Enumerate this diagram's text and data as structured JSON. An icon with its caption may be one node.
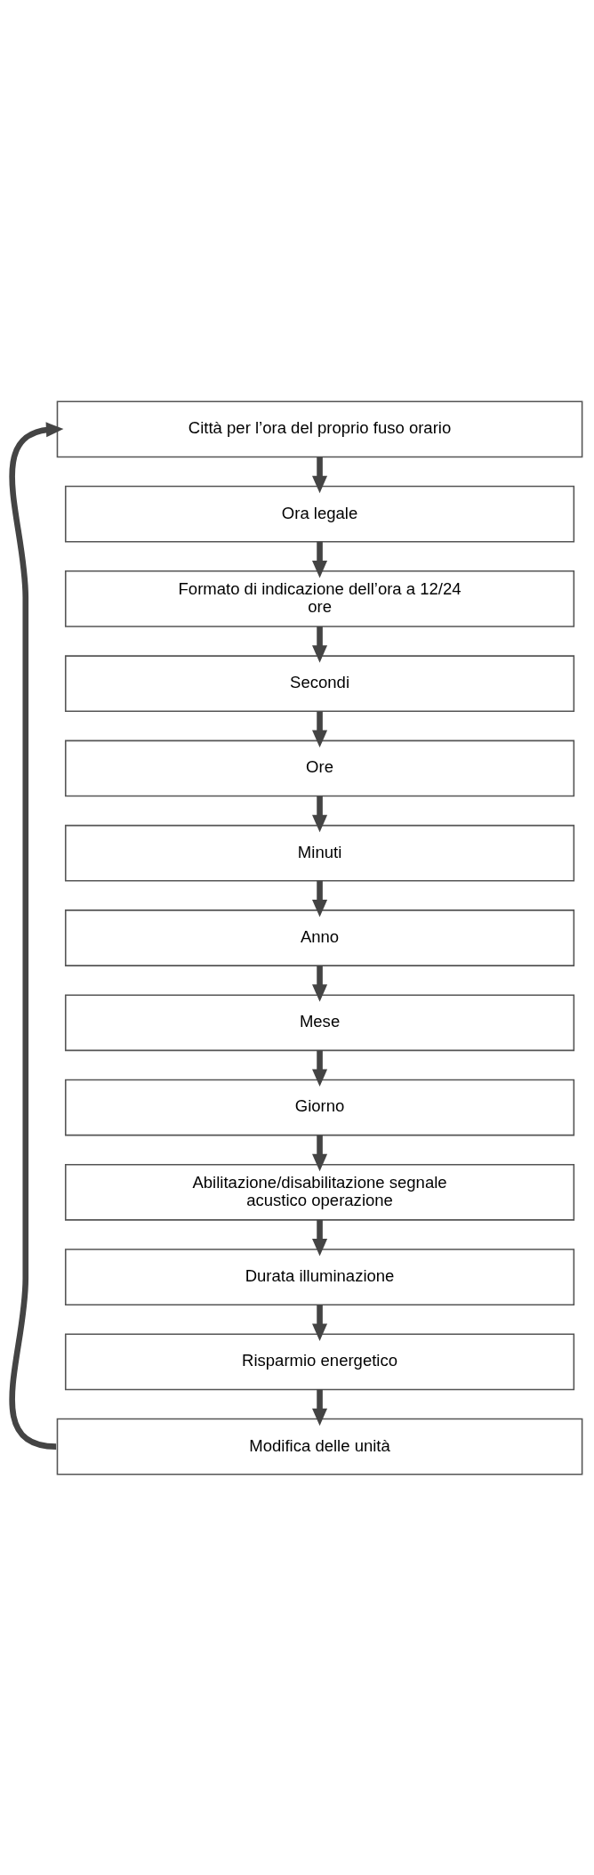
{
  "diagram": {
    "nodes": [
      {
        "text": [
          "Città per l’ora del proprio fuso orario"
        ]
      },
      {
        "text": [
          "Ora legale"
        ]
      },
      {
        "text": [
          "Formato di indicazione dell’ora a 12/24 ore"
        ]
      },
      {
        "text": [
          "Secondi"
        ]
      },
      {
        "text": [
          "Ore"
        ]
      },
      {
        "text": [
          "Minuti"
        ]
      },
      {
        "text": [
          "Anno"
        ]
      },
      {
        "text": [
          "Mese"
        ]
      },
      {
        "text": [
          "Giorno"
        ]
      },
      {
        "text": [
          "Abilitazione/disabilitazione segnale acustico operazione"
        ]
      },
      {
        "text": [
          "Durata illuminazione"
        ]
      },
      {
        "text": [
          "Risparmio energetico"
        ]
      },
      {
        "text": [
          "Modifica delle unità"
        ]
      }
    ],
    "edges": [
      {
        "from": 0,
        "to": 1,
        "arrow": "to"
      },
      {
        "from": 1,
        "to": 2,
        "arrow": "to"
      },
      {
        "from": 2,
        "to": 3,
        "arrow": "to"
      },
      {
        "from": 3,
        "to": 4,
        "arrow": "to"
      },
      {
        "from": 4,
        "to": 5,
        "arrow": "to"
      },
      {
        "from": 5,
        "to": 6,
        "arrow": "to"
      },
      {
        "from": 6,
        "to": 7,
        "arrow": "to"
      },
      {
        "from": 7,
        "to": 8,
        "arrow": "to"
      },
      {
        "from": 8,
        "to": 9,
        "arrow": "to"
      },
      {
        "from": 9,
        "to": 10,
        "arrow": "to"
      },
      {
        "from": 10,
        "to": 11,
        "arrow": "to"
      },
      {
        "from": 11,
        "to": 12,
        "arrow": "to"
      },
      {
        "from": 12,
        "to": 0,
        "arrow": "to"
      }
    ]
  }
}
